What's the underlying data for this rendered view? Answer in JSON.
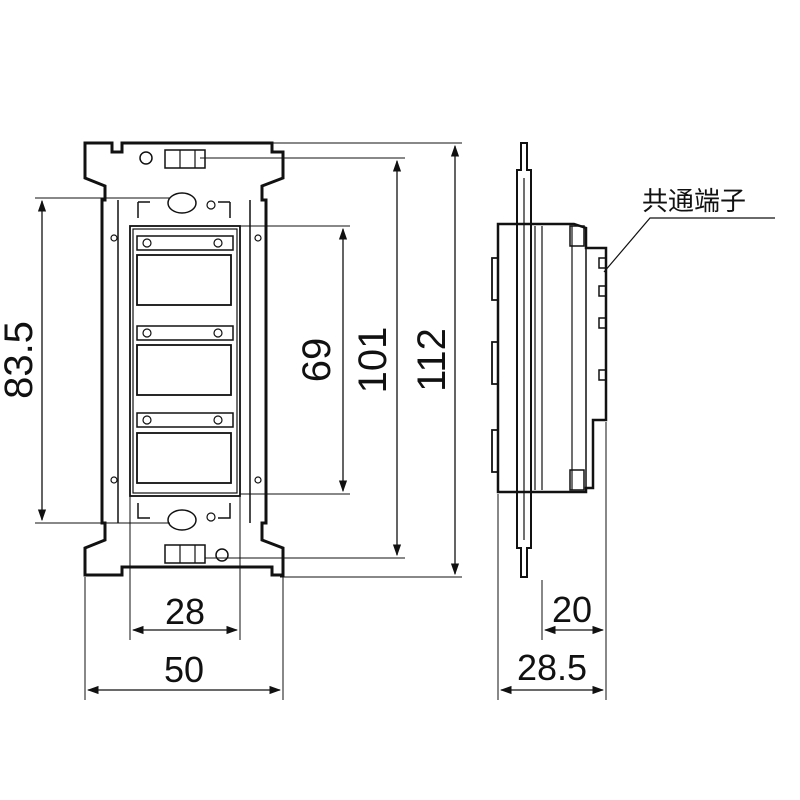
{
  "dimensions": {
    "height_total": "112",
    "height_101": "101",
    "height_mount": "83.5",
    "height_69": "69",
    "width_50": "50",
    "width_28": "28",
    "depth_28_5": "28.5",
    "depth_20": "20"
  },
  "labels": {
    "common_terminal": "共通端子"
  }
}
